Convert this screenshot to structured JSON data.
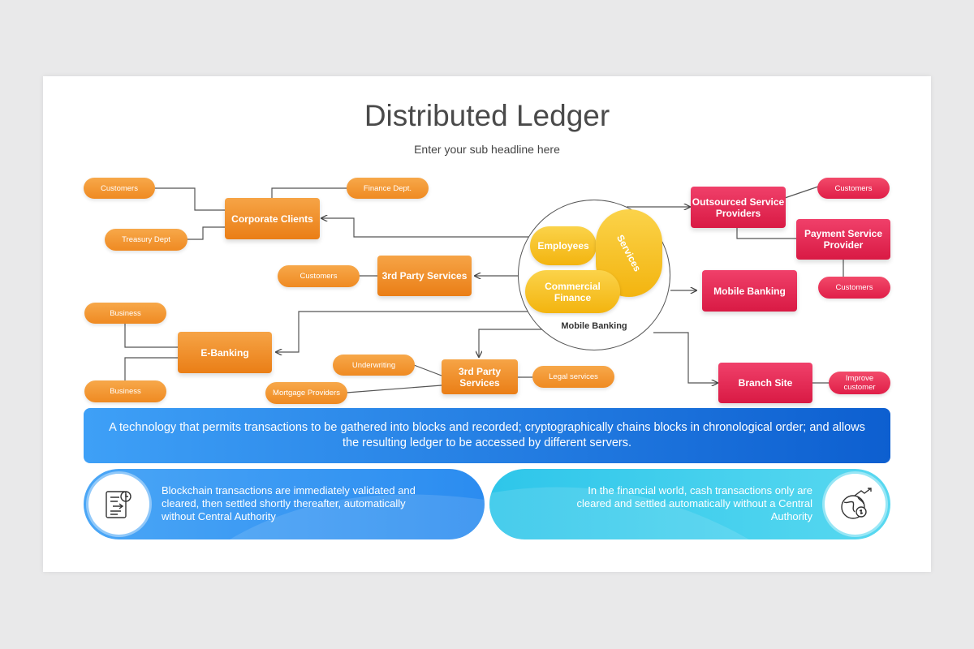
{
  "header": {
    "title": "Distributed Ledger",
    "subtitle": "Enter your sub headline here"
  },
  "diagram": {
    "center": {
      "label": "Mobile Banking",
      "items": {
        "employees": "Employees",
        "services": "Services",
        "commercial_finance": "Commercial Finance"
      }
    },
    "left": {
      "corporate_clients": "Corporate Clients",
      "third_party_services_top": "3rd Party Services",
      "e_banking": "E-Banking",
      "third_party_services_bottom": "3rd Party Services"
    },
    "right": {
      "outsourced": "Outsourced Service Providers",
      "payment_service_provider": "Payment Service Provider",
      "mobile_banking": "Mobile Banking",
      "branch_site": "Branch Site"
    },
    "leaves": {
      "customers_1": "Customers",
      "finance_dept": "Finance Dept.",
      "treasury_dept": "Treasury Dept",
      "customers_2": "Customers",
      "business_1": "Business",
      "business_2": "Business",
      "underwriting": "Underwriting",
      "mortgage_providers": "Mortgage Providers",
      "legal_services": "Legal services",
      "customers_3": "Customers",
      "customers_4": "Customers",
      "improve_customer": "Improve customer"
    }
  },
  "banner": {
    "text": "A technology that permits transactions to be gathered into blocks and recorded; cryptographically chains blocks in chronological order; and allows the resulting ledger to be accessed by different servers."
  },
  "cards": {
    "left": {
      "text": "Blockchain transactions are immediately validated and cleared, then settled shortly thereafter, automatically without Central Authority",
      "icon": "ledger-document-icon"
    },
    "right": {
      "text": "In the financial world, cash transactions only are cleared and settled automatically without a Central Authority",
      "icon": "globe-growth-icon"
    }
  },
  "colors": {
    "orange": "#ef8a22",
    "red": "#e01e48",
    "yellow": "#f3b40f",
    "blue": "#0d5fd0",
    "cyan": "#2ec6ea"
  }
}
